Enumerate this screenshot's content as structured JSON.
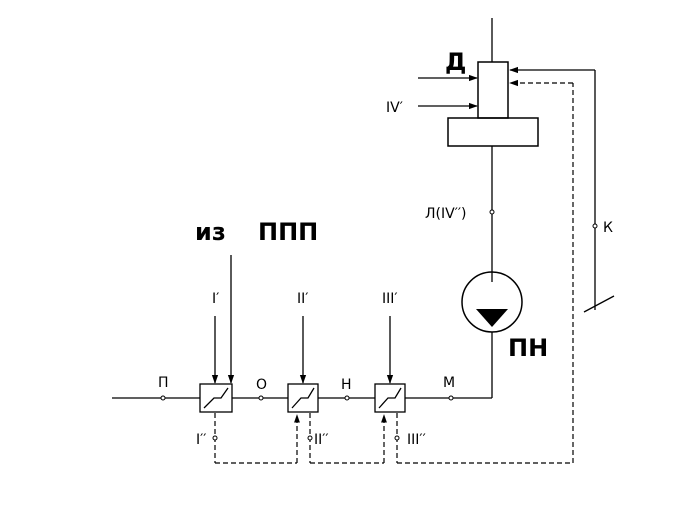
{
  "labels": {
    "deaerator": "Д",
    "steam_iv_in": "IV′",
    "point_l": "Л(IV′′)",
    "point_k": "К",
    "from_text": "из",
    "from_source": "ППП",
    "pump": "ПН",
    "steam_i_in": "I′",
    "steam_ii_in": "II′",
    "steam_iii_in": "III′",
    "point_p": "П",
    "point_o": "О",
    "point_n": "Н",
    "point_m": "М",
    "drain_i": "I′′",
    "drain_ii": "II′′",
    "drain_iii": "III′′"
  },
  "colors": {
    "line": "#000000",
    "background": "#ffffff"
  }
}
